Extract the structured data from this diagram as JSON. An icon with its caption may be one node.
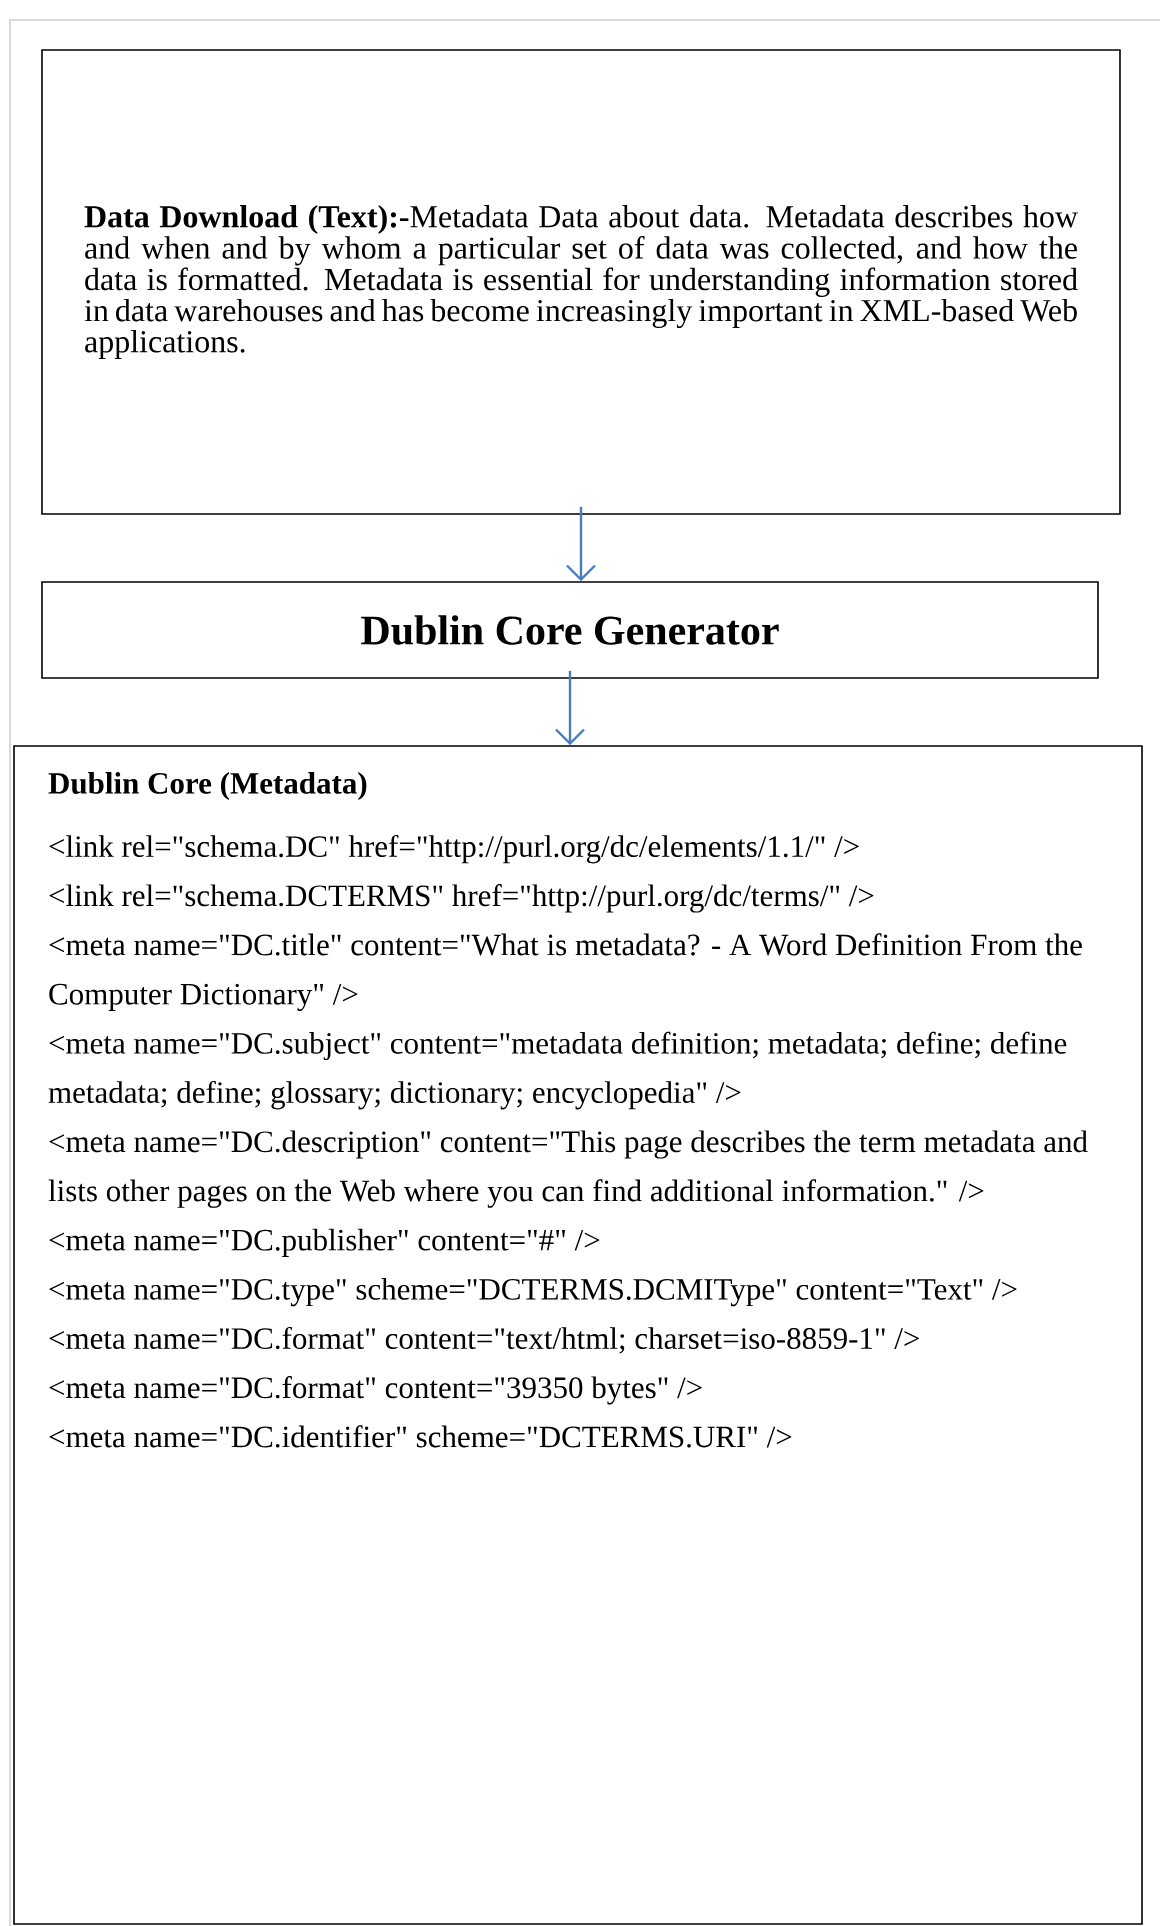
{
  "diagram": {
    "nodes": [
      {
        "text": [
          "**Data Download (Text):-**Metadata Data about data. Metadata describes how and when and by whom a particular set of data was collected, and how the data is formatted. Metadata is essential for understanding information stored in data warehouses and has become increasingly important in XML-based Web applications."
        ]
      },
      {
        "text": [
          "Dublin Core Generator"
        ]
      },
      {
        "text": [
          "Dublin Core (Metadata)",
          "<link rel=\"schema.DC\" href=\"http://purl.org/dc/elements/1.1/\" />",
          "<link rel=\"schema.DCTERMS\" href=\"http://purl.org/dc/terms/\" />",
          "<meta name=\"DC.title\" content=\"What is metadata? - A Word Definition From the Computer Dictionary\" />",
          "<meta name=\"DC.subject\" content=\"metadata definition; metadata; define; define metadata; define; glossary; dictionary; encyclopedia\" />",
          "<meta name=\"DC.description\" content=\"This page describes the term metadata and lists other pages on the Web where you can find additional information.\" />",
          "<meta name=\"DC.publisher\" content=\"#\" />",
          "<meta name=\"DC.type\" scheme=\"DCTERMS.DCMIType\" content=\"Text\" />",
          "<meta name=\"DC.format\" content=\"text/html; charset=iso-8859-1\" />",
          "<meta name=\"DC.format\" content=\"39350 bytes\" />",
          "<meta name=\"DC.identifier\" scheme=\"DCTERMS.URI\" />"
        ]
      }
    ],
    "edges": [
      {
        "from": 0,
        "to": 1,
        "arrow": "to"
      },
      {
        "from": 1,
        "to": 2,
        "arrow": "to"
      }
    ]
  }
}
